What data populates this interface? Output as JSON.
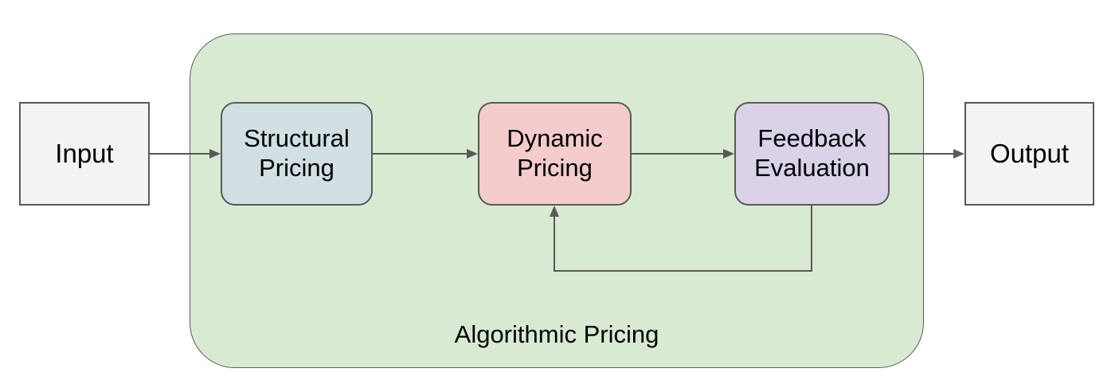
{
  "diagram": {
    "type": "flowchart",
    "container": {
      "label": "Algorithmic Pricing"
    },
    "nodes": {
      "input": {
        "label": "Input",
        "fill": "#f3f3f3",
        "shape": "rectangle"
      },
      "structural_pricing": {
        "label": "Structural\nPricing",
        "fill": "#d0e0e3",
        "shape": "rounded-rectangle"
      },
      "dynamic_pricing": {
        "label": "Dynamic\nPricing",
        "fill": "#f4cccc",
        "shape": "rounded-rectangle"
      },
      "feedback_evaluation": {
        "label": "Feedback\nEvaluation",
        "fill": "#d9d2e9",
        "shape": "rounded-rectangle"
      },
      "output": {
        "label": "Output",
        "fill": "#f3f3f3",
        "shape": "rectangle"
      }
    },
    "edges": [
      {
        "from": "Input",
        "to": "Structural Pricing",
        "type": "arrow"
      },
      {
        "from": "Structural Pricing",
        "to": "Dynamic Pricing",
        "type": "arrow"
      },
      {
        "from": "Dynamic Pricing",
        "to": "Feedback Evaluation",
        "type": "arrow"
      },
      {
        "from": "Feedback Evaluation",
        "to": "Output",
        "type": "arrow"
      },
      {
        "from": "Feedback Evaluation",
        "to": "Dynamic Pricing",
        "type": "feedback-loop-arrow"
      }
    ],
    "colors": {
      "container_fill": "#d9ead3",
      "border": "#595959",
      "arrow": "#595959",
      "text": "#000000",
      "background": "#ffffff"
    }
  }
}
